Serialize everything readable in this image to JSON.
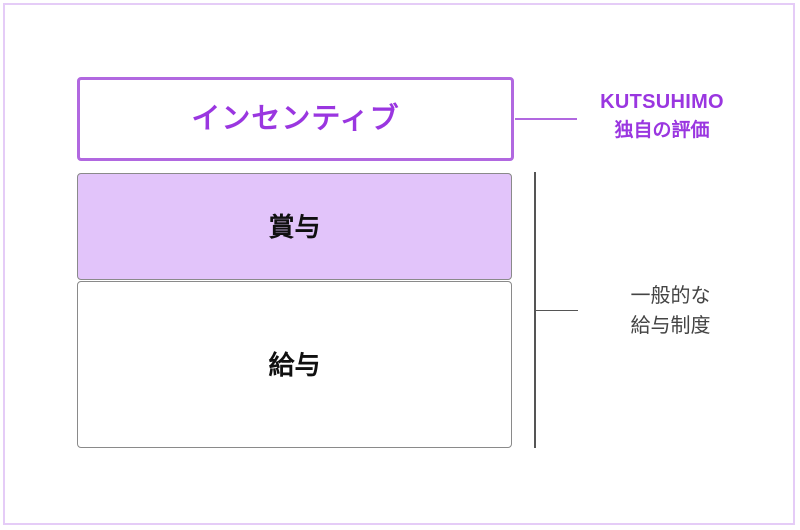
{
  "diagram": {
    "title_hidden": "",
    "boxes": [
      {
        "id": "incentive",
        "label": "インセンティブ",
        "fill": "#ffffff",
        "border_color": "#b168e0",
        "text_color": "#9a36e0"
      },
      {
        "id": "bonus",
        "label": "賞与",
        "fill": "#e2c4fa",
        "border_color": "#8a8a8a",
        "text_color": "#101010"
      },
      {
        "id": "salary",
        "label": "給与",
        "fill": "#ffffff",
        "border_color": "#8a8a8a",
        "text_color": "#101010"
      }
    ],
    "callouts": [
      {
        "id": "kutsuhimo",
        "line1": "KUTSUHIMO",
        "line2": "独自の評価",
        "color": "#9a36e0",
        "connector": "horizontal-line"
      },
      {
        "id": "general-salary-system",
        "line1": "一般的な",
        "line2": "給与制度",
        "color": "#444444",
        "connector": "bracket"
      }
    ],
    "frame_color": "#e5ccf7"
  }
}
